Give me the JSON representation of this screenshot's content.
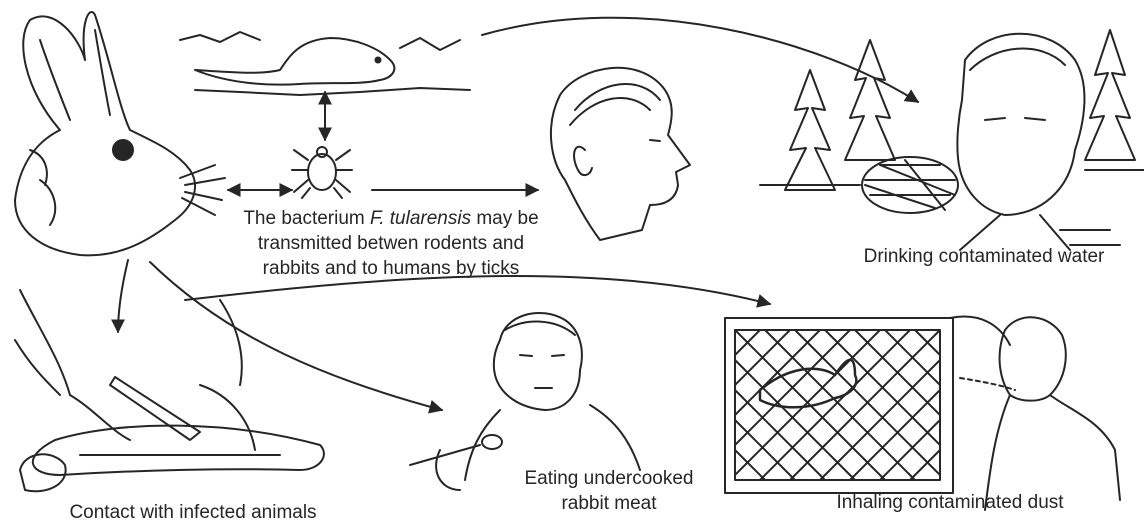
{
  "captions": {
    "tick_transmission": {
      "line1_prefix": "The bacterium ",
      "organism": "F. tularensis",
      "line1_suffix": " may be",
      "line2": "transmitted betwen rodents and",
      "line3": "rabbits and to humans by ticks"
    },
    "water": "Drinking contaminated water",
    "contact": "Contact with infected animals",
    "eating_line1": "Eating undercooked",
    "eating_line2": "rabbit meat",
    "dust": "Inhaling contaminated dust"
  },
  "colors": {
    "ink": "#262626",
    "background": "#ffffff"
  }
}
